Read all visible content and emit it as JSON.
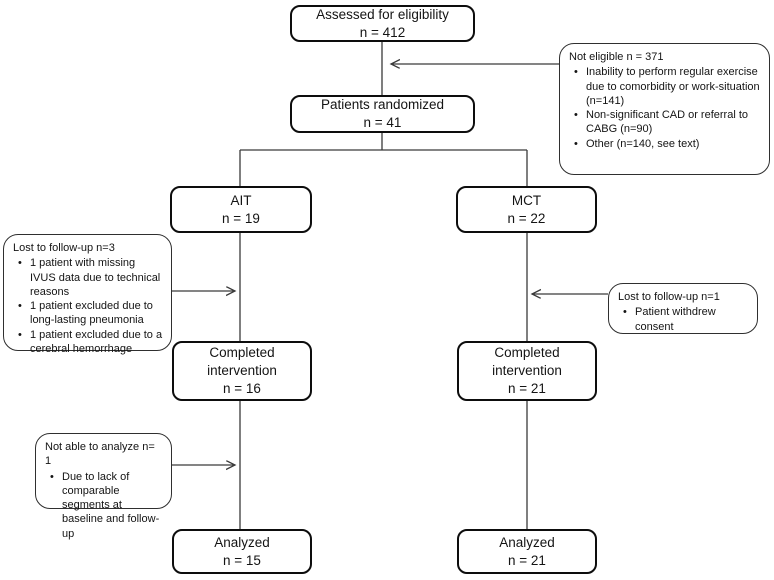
{
  "figure": {
    "type": "consort-flow-diagram",
    "colors": {
      "background": "#ffffff",
      "main_box_border": "#0d0d0d",
      "note_box_border": "#2f2f2f",
      "connector_line": "#3a3a3a",
      "text": "#141414"
    },
    "nodes": {
      "assessed": {
        "label": "Assessed for eligibility",
        "count": "n = 412"
      },
      "randomized": {
        "label": "Patients randomized",
        "count": "n = 41"
      },
      "ait": {
        "label": "AIT",
        "count": "n = 19"
      },
      "mct": {
        "label": "MCT",
        "count": "n = 22"
      },
      "completed_ait": {
        "label": "Completed intervention",
        "count": "n = 16"
      },
      "completed_mct": {
        "label": "Completed intervention",
        "count": "n = 21"
      },
      "analyzed_ait": {
        "label": "Analyzed",
        "count": "n = 15"
      },
      "analyzed_mct": {
        "label": "Analyzed",
        "count": "n = 21"
      }
    },
    "notes": {
      "not_eligible": {
        "title": "Not eligible n = 371",
        "bullets": [
          "Inability to perform regular exercise due to comorbidity or work-situation (n=141)",
          "Non-significant CAD or referral to CABG (n=90)",
          "Other (n=140, see text)"
        ]
      },
      "lost_ait": {
        "title": "Lost to follow-up n=3",
        "bullets": [
          "1 patient with missing IVUS data due to technical reasons",
          "1 patient excluded due to long-lasting pneumonia",
          "1 patient excluded due to a cerebral hemorrhage"
        ]
      },
      "lost_mct": {
        "title": "Lost to follow-up n=1",
        "bullets": [
          "Patient withdrew consent"
        ]
      },
      "not_analyzed": {
        "title": "Not able to analyze n= 1",
        "bullets": [
          "Due to lack of comparable segments at baseline and follow-up"
        ]
      }
    }
  }
}
